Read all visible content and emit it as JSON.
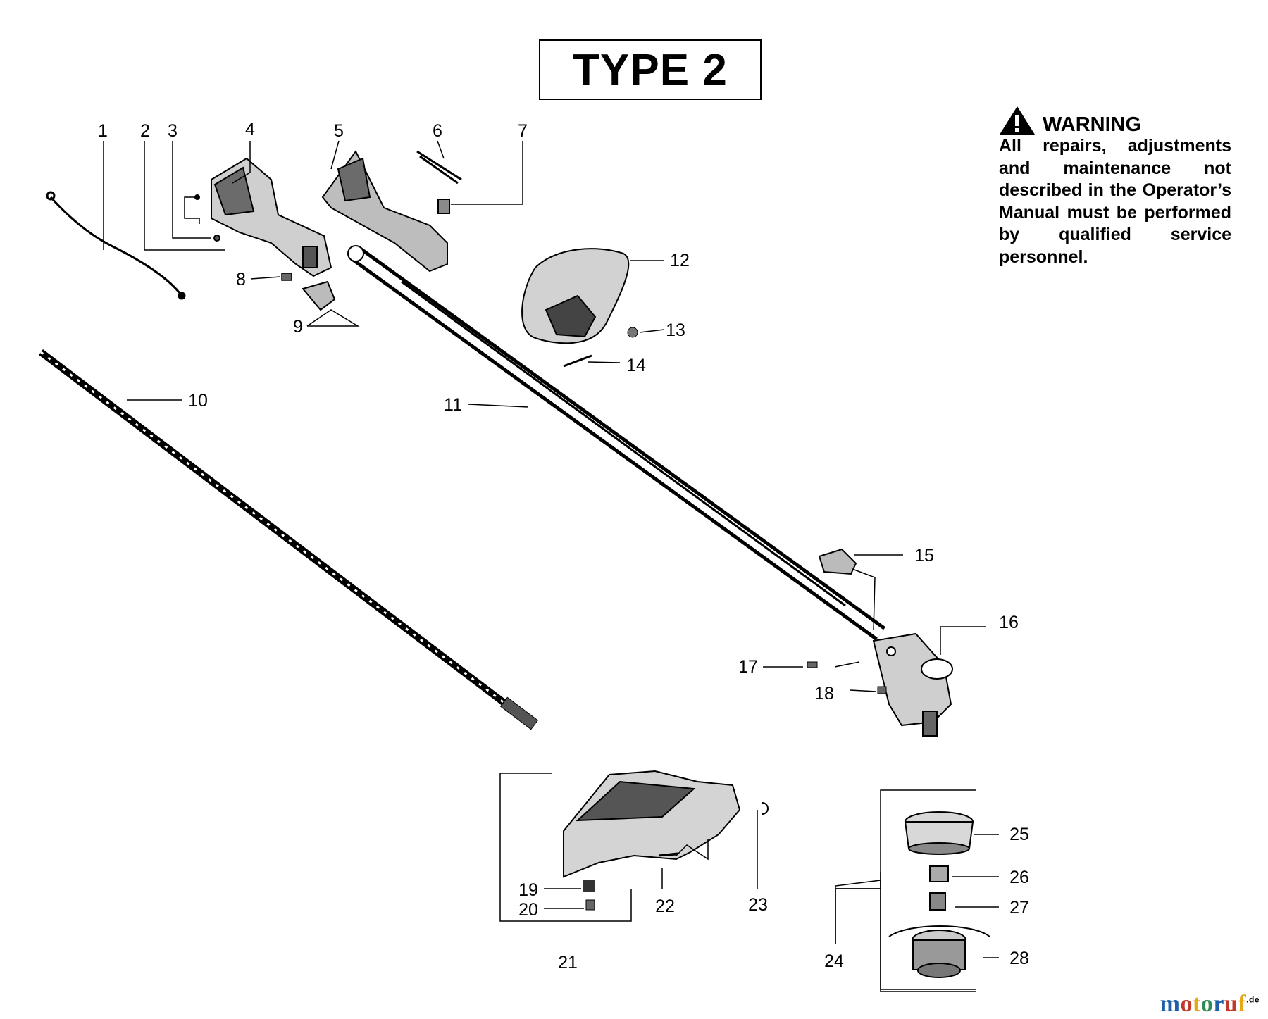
{
  "title": "TYPE 2",
  "warning": {
    "heading": "WARNING",
    "text": "All repairs, adjustments and maintenance not described in the Operator’s Manual must be performed by qualified service personnel.",
    "icon": "warning-triangle-icon"
  },
  "callouts": [
    "1",
    "2",
    "3",
    "4",
    "5",
    "6",
    "7",
    "8",
    "9",
    "10",
    "11",
    "12",
    "13",
    "14",
    "15",
    "16",
    "17",
    "18",
    "19",
    "20",
    "21",
    "22",
    "23",
    "24",
    "25",
    "26",
    "27",
    "28"
  ],
  "watermark": {
    "letters": [
      "m",
      "o",
      "t",
      "o",
      "r",
      "u",
      "f"
    ],
    "colors": [
      "#1f5fa8",
      "#c0392b",
      "#e6a817",
      "#2e8b57",
      "#1f5fa8",
      "#c0392b",
      "#e6a817"
    ],
    "suffix": ".de"
  }
}
